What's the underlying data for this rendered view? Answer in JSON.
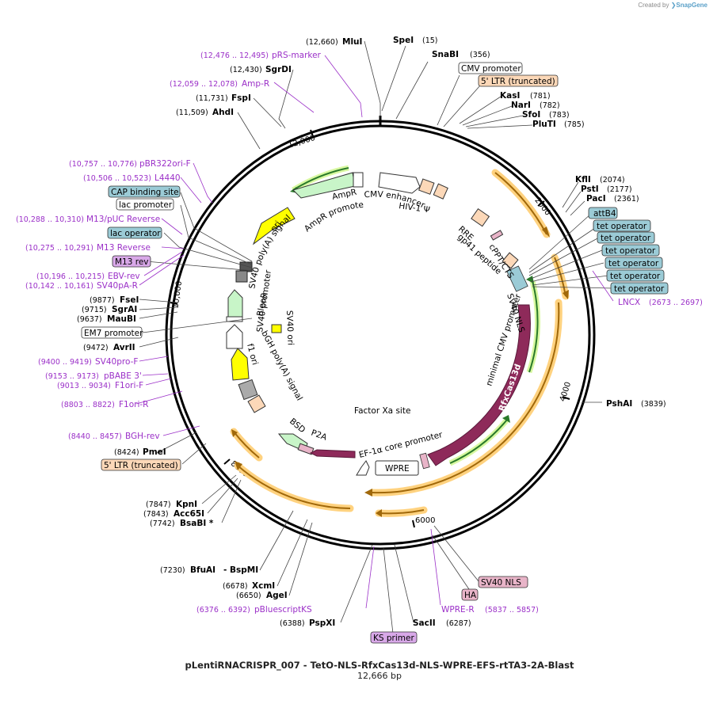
{
  "credit": {
    "prefix": "Created by",
    "brand": "SnapGene"
  },
  "title": "pLentiRNACRISPR_007 - TetO-NLS-RfxCas13d-NLS-WPRE-EFS-rtTA3-2A-Blast",
  "size": "12,666 bp",
  "ticks": [
    "2000",
    "4000",
    "6000",
    "8000",
    "10,000",
    "12,000"
  ],
  "top_sites": [
    {
      "pos": "(12,660)",
      "name": "MluI"
    },
    {
      "name": "SpeI",
      "pos": "(15)"
    },
    {
      "name": "SnaBI",
      "pos": "(356)"
    }
  ],
  "right_sites": [
    {
      "name": "KasI",
      "pos": "(781)"
    },
    {
      "name": "NarI",
      "pos": "(782)"
    },
    {
      "name": "SfoI",
      "pos": "(783)"
    },
    {
      "name": "PluTI",
      "pos": "(785)"
    },
    {
      "name": "KflI",
      "pos": "(2074)"
    },
    {
      "name": "PstI",
      "pos": "(2177)"
    },
    {
      "name": "PacI",
      "pos": "(2361)"
    },
    {
      "name": "PshAI",
      "pos": "(3839)"
    }
  ],
  "left_sites": [
    {
      "pos": "(12,430)",
      "name": "SgrDI"
    },
    {
      "pos": "(11,731)",
      "name": "FspI"
    },
    {
      "pos": "(11,509)",
      "name": "AhdI"
    },
    {
      "pos": "(9877)",
      "name": "FseI"
    },
    {
      "pos": "(9715)",
      "name": "SgrAI"
    },
    {
      "pos": "(9637)",
      "name": "MauBI"
    },
    {
      "pos": "(9472)",
      "name": "AvrII"
    },
    {
      "pos": "(8424)",
      "name": "PmeI"
    },
    {
      "pos": "(7847)",
      "name": "KpnI"
    },
    {
      "pos": "(7843)",
      "name": "Acc65I"
    },
    {
      "pos": "(7742)",
      "name": "BsaBI *"
    },
    {
      "pos": "(7230)",
      "name": "BfuAI",
      "extra": "- BspMI"
    },
    {
      "pos": "(6678)",
      "name": "XcmI"
    },
    {
      "pos": "(6650)",
      "name": "AgeI"
    }
  ],
  "bottom_sites": [
    {
      "pos": "(6388)",
      "name": "PspXI"
    },
    {
      "name": "SacII",
      "pos": "(6287)"
    }
  ],
  "primers_left": [
    {
      "pos": "(12,476 .. 12,495)",
      "name": "pRS-marker"
    },
    {
      "pos": "(12,059 .. 12,078)",
      "name": "Amp-R"
    },
    {
      "pos": "(10,757 .. 10,776)",
      "name": "pBR322ori-F"
    },
    {
      "pos": "(10,506 .. 10,523)",
      "name": "L4440"
    },
    {
      "pos": "(10,288 .. 10,310)",
      "name": "M13/pUC Reverse"
    },
    {
      "pos": "(10,275 .. 10,291)",
      "name": "M13 Reverse"
    },
    {
      "pos": "(10,196 .. 10,215)",
      "name": "EBV-rev"
    },
    {
      "pos": "(10,142 .. 10,161)",
      "name": "SV40pA-R"
    },
    {
      "pos": "(9400 .. 9419)",
      "name": "SV40pro-F"
    },
    {
      "pos": "(9153 .. 9173)",
      "name": "pBABE 3'"
    },
    {
      "pos": "(9013 .. 9034)",
      "name": "F1ori-F"
    },
    {
      "pos": "(8803 .. 8822)",
      "name": "F1ori-R"
    },
    {
      "pos": "(8440 .. 8457)",
      "name": "BGH-rev"
    },
    {
      "pos": "(6376 .. 6392)",
      "name": "pBluescriptKS"
    }
  ],
  "primers_right": [
    {
      "name": "LNCX",
      "pos": "(2673 .. 2697)"
    },
    {
      "name": "WPRE-R",
      "pos": "(5837 .. 5857)"
    }
  ],
  "boxed_labels": {
    "cmv_promoter": "CMV promoter",
    "ltr_top": "5' LTR (truncated)",
    "attb4": "attB4",
    "tet_operator": "tet operator",
    "cap_site": "CAP binding site",
    "lac_promoter": "lac promoter",
    "lac_operator": "lac operator",
    "m13_rev": "M13 rev",
    "em7_promoter": "EM7 promoter",
    "ltr_bottom": "5' LTR (truncated)",
    "sv40_nls": "SV40 NLS",
    "ha": "HA",
    "ks_primer": "KS primer"
  },
  "inner_labels": {
    "cmv_enhancer": "CMV enhancer",
    "hiv1_psi": "HIV-1 Ψ",
    "ampr": "AmpR",
    "ampr_promoter": "AmpR promoter",
    "ori": "ori",
    "sv40_polya": "SV40 poly(A) signal",
    "rre": "RRE",
    "gp41": "gp41 peptide",
    "cppt": "cPPT/CTS",
    "bleor": "BleoR",
    "sv40_promoter": "SV40 promoter",
    "sv40_ori": "SV40 ori",
    "f1_ori": "f1 ori",
    "bgh_polya": "bGH poly(A) signal",
    "minimal_cmv": "minimal CMV promoter",
    "sv40_nls_inner": "SV40 NLS",
    "rfxcas13d": "RfxCas13d",
    "factor_xa": "Factor Xa site",
    "bsd": "BSD",
    "p2a": "P2A",
    "ef1a": "EF-1α core promoter",
    "rtta3": "rtTA3",
    "wpre": "WPRE"
  },
  "colors": {
    "purple_primer": "#9b30c8",
    "orange_ltr": "#ffa500",
    "maroon_cds": "#8e2a5a",
    "green_marker": "#a8e6a8",
    "yellow_ori": "#ffff00",
    "teal_feature": "#9bcbd6",
    "peach_feature": "#fcd8b8",
    "pink_feature": "#e8b4c8"
  }
}
